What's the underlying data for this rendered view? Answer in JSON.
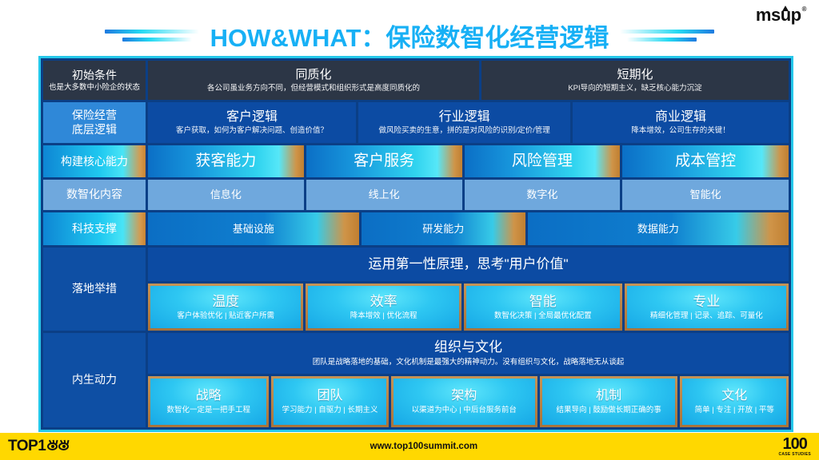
{
  "header": {
    "title": "HOW&WHAT：保险数智化经营逻辑",
    "brand": "msup",
    "brand_mark": "®",
    "deco_icon": "gradient-dash-decoration"
  },
  "colors": {
    "title": "#17b0f5",
    "frame_border": "#25c7ea",
    "frame_bg": "#0b3f86",
    "dark_row": "#2c3646",
    "navy_cell": "#0c4ba3",
    "light_cell": "#6fa8dd",
    "label_blue": "#2f88d8",
    "tile_gold_border": "#c59355",
    "footer_yellow": "#ffd800"
  },
  "rows": [
    {
      "id": "initial-conditions",
      "label": "初始条件",
      "label_sub": "也是大多数中小险企的状态",
      "style": "dark",
      "cells": [
        {
          "title": "同质化",
          "sub": "各公司虽业务方向不同，但经营模式和组织形式是高度同质化的",
          "flex": 1.08
        },
        {
          "title": "短期化",
          "sub": "KPI导向的短期主义，缺乏核心能力沉淀",
          "flex": 1
        }
      ]
    },
    {
      "id": "underlying-logic",
      "label": "保险经营\n底层逻辑",
      "label_line1": "保险经营",
      "label_line2": "底层逻辑",
      "style": "blue",
      "cells": [
        {
          "title": "客户逻辑",
          "sub": "客户获取，如何为客户解决问题、创造价值？",
          "flex": 1.02
        },
        {
          "title": "行业逻辑",
          "sub": "做风险买卖的生意，拼的是对风险的识别/定价/管理",
          "flex": 1.04
        },
        {
          "title": "商业逻辑",
          "sub": "降本增效，公司生存的关键！",
          "flex": 1.06
        }
      ]
    },
    {
      "id": "core-capability",
      "label": "构建核心能力",
      "style": "grad",
      "cells": [
        {
          "title": "获客能力",
          "flex": 1
        },
        {
          "title": "客户服务",
          "flex": 1
        },
        {
          "title": "风险管理",
          "flex": 1
        },
        {
          "title": "成本管控",
          "flex": 1.07
        }
      ]
    },
    {
      "id": "digital-content",
      "label": "数智化内容",
      "style": "light",
      "cells": [
        {
          "title": "信息化",
          "flex": 1
        },
        {
          "title": "线上化",
          "flex": 1
        },
        {
          "title": "数字化",
          "flex": 1
        },
        {
          "title": "智能化",
          "flex": 1.07
        }
      ]
    },
    {
      "id": "tech-support",
      "label": "科技支撑",
      "style": "techgrad",
      "cells": [
        {
          "title": "基础设施",
          "flex": 1.3
        },
        {
          "title": "研发能力",
          "flex": 1
        },
        {
          "title": "数据能力",
          "flex": 1.62
        }
      ]
    }
  ],
  "sections": [
    {
      "id": "implementation",
      "label": "落地举措",
      "banner": {
        "title": "运用第一性原理，思考\"用户价值\""
      },
      "tiles": [
        {
          "title": "温度",
          "sub": "客户体验优化 | 贴近客户所需",
          "flex": 1
        },
        {
          "title": "效率",
          "sub": "降本增效 | 优化流程",
          "flex": 1
        },
        {
          "title": "智能",
          "sub": "数智化决策 | 全局最优化配置",
          "flex": 1.02
        },
        {
          "title": "专业",
          "sub": "精细化管理 | 记录、追踪、可量化",
          "flex": 1.06
        }
      ]
    },
    {
      "id": "intrinsic-motivation",
      "label": "内生动力",
      "banner": {
        "title": "组织与文化",
        "sub": "团队是战略落地的基础，文化机制是最强大的精神动力。没有组织与文化，战略落地无从谈起"
      },
      "tiles": [
        {
          "title": "战略",
          "sub": "数智化一定是一把手工程",
          "flex": 1.04
        },
        {
          "title": "团队",
          "sub": "学习能力 | 自驱力 | 长期主义",
          "flex": 1.0
        },
        {
          "title": "架构",
          "sub": "以渠道为中心 | 中后台服务前台",
          "flex": 1.28
        },
        {
          "title": "机制",
          "sub": "结果导向 | 鼓励做长期正确的事",
          "flex": 1.2
        },
        {
          "title": "文化",
          "sub": "简单 | 专注 | 开放 | 平等",
          "flex": 0.92
        }
      ]
    }
  ],
  "footer": {
    "left_logo": "TOP1",
    "left_logo_icon": "eyes-icon",
    "url": "www.top100summit.com",
    "right_logo_number": "100",
    "right_logo_caption": "CASE STUDIES"
  }
}
